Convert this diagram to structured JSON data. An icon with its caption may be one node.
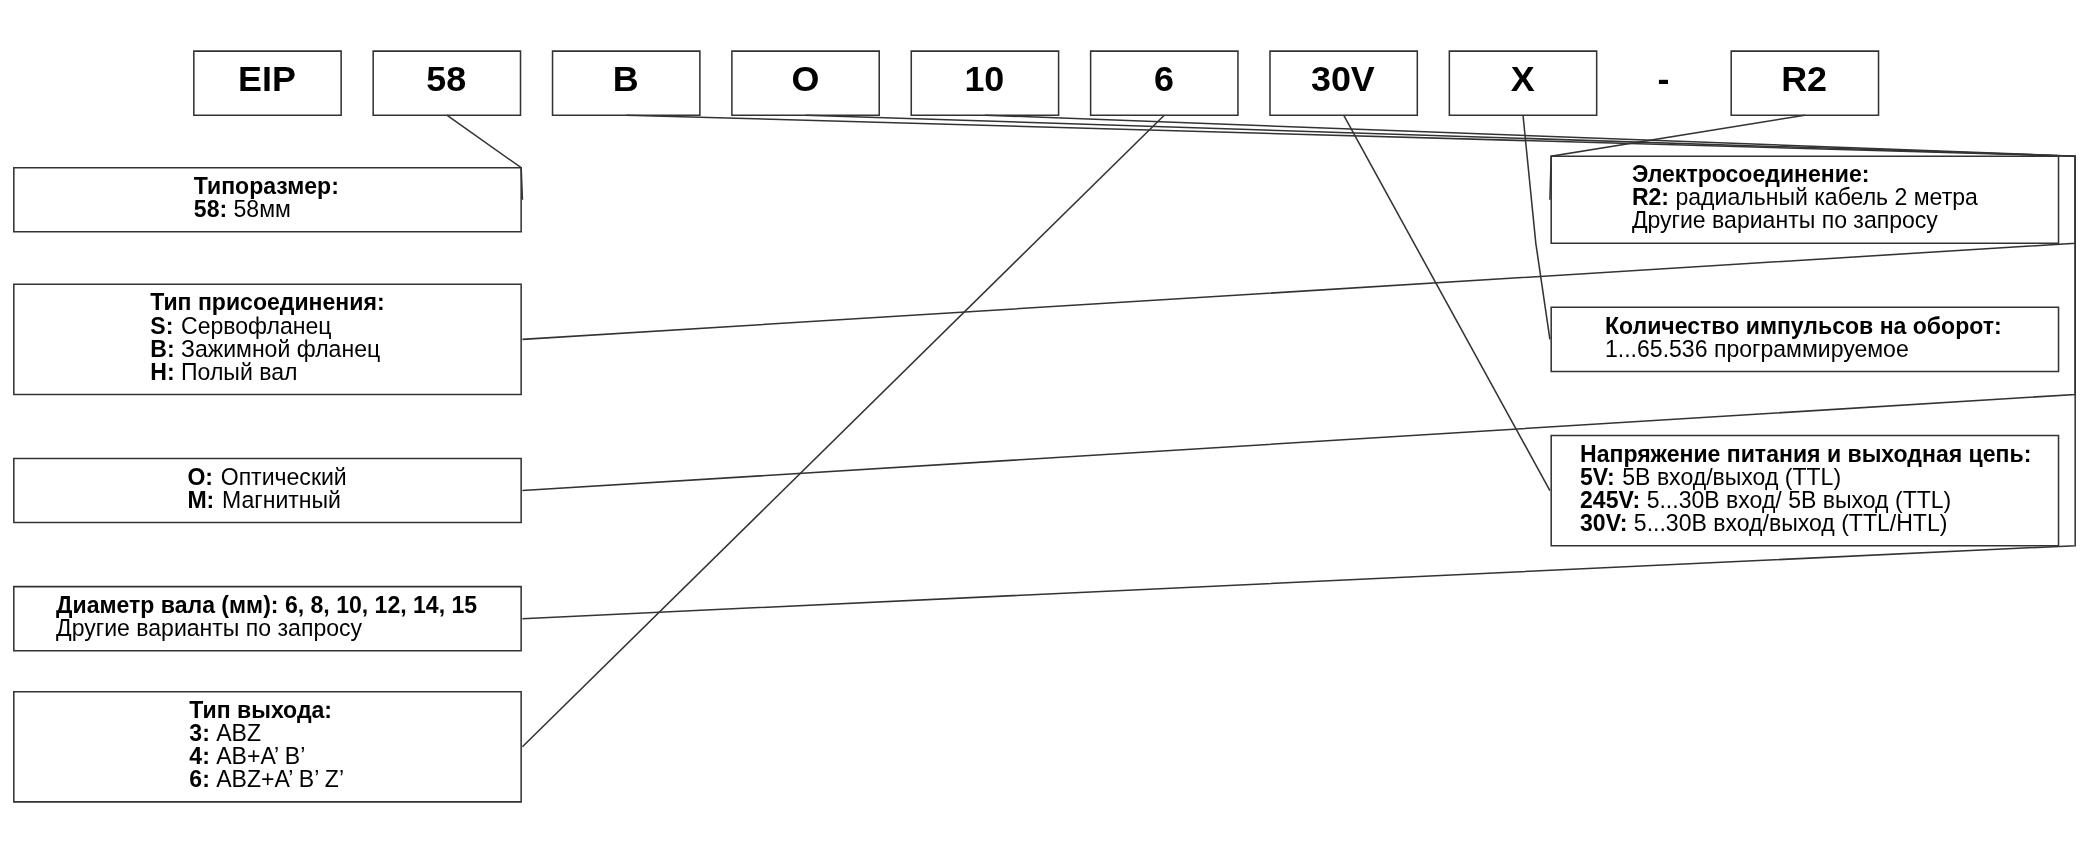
{
  "diagram": {
    "nodes": [
      {
        "text": [
          "EIP"
        ]
      },
      {
        "text": [
          "58"
        ]
      },
      {
        "text": [
          "B"
        ]
      },
      {
        "text": [
          "O"
        ]
      },
      {
        "text": [
          "10"
        ]
      },
      {
        "text": [
          "6"
        ]
      },
      {
        "text": [
          "30V"
        ]
      },
      {
        "text": [
          "X"
        ]
      },
      {
        "text": [
          "R2"
        ]
      },
      {
        "text": [
          "**Типоразмер:**",
          "**58:** 58мм"
        ]
      },
      {
        "text": [
          "**Тип присоединения:**",
          "**S:** Сервофланец",
          "**B:** Зажимной фланец",
          "**H:** Полый вал"
        ]
      },
      {
        "text": [
          "**O:** Оптический",
          "**M:** Магнитный"
        ]
      },
      {
        "text": [
          "**Диаметр вала (мм): 6, 8, 10, 12, 14, 15**",
          "Другие варианты по запросу"
        ]
      },
      {
        "text": [
          "**Тип выхода:**",
          "**3:** ABZ",
          "**4:** AB+A’ B’",
          "**6:** ABZ+A’ B’ Z’"
        ]
      },
      {
        "text": [
          "**Электросоединение:**",
          "**R2:** радиальный кабель 2 метра",
          "Другие варианты по запросу"
        ]
      },
      {
        "text": [
          "**Количество импульсов на оборот:**",
          "1...65.536 программируемое"
        ]
      },
      {
        "text": [
          "**Напряжение питания и выходная цепь:**",
          "**5V:** 5В вход/выход (TTL)",
          "**245V:** 5...30В вход/ 5В выход (TTL)",
          "**30V:** 5...30В вход/выход (TTL/HTL)"
        ]
      }
    ],
    "edges": [
      {
        "from": 1,
        "to": 9,
        "arrow": "none"
      },
      {
        "from": 2,
        "to": 10,
        "arrow": "none"
      },
      {
        "from": 3,
        "to": 11,
        "arrow": "none"
      },
      {
        "from": 4,
        "to": 12,
        "arrow": "none"
      },
      {
        "from": 5,
        "to": 13,
        "arrow": "none"
      },
      {
        "from": 6,
        "to": 16,
        "arrow": "none"
      },
      {
        "from": 7,
        "to": 15,
        "arrow": "none"
      },
      {
        "from": 8,
        "to": 14,
        "arrow": "none"
      }
    ],
    "labels": [
      "-"
    ]
  }
}
